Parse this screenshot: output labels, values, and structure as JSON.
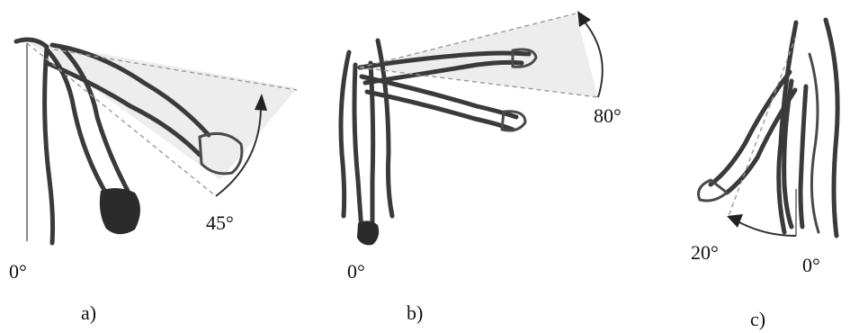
{
  "panels": [
    {
      "id": "a",
      "caption": "a)",
      "start_angle": "0°",
      "end_angle": "45°"
    },
    {
      "id": "b",
      "caption": "b)",
      "start_angle": "0°",
      "end_angle": "80°"
    },
    {
      "id": "c",
      "caption": "c)",
      "start_angle": "0°",
      "end_angle": "20°"
    }
  ],
  "colors": {
    "ink": "#3a3a3a",
    "sweep": "#e9e9e9"
  }
}
